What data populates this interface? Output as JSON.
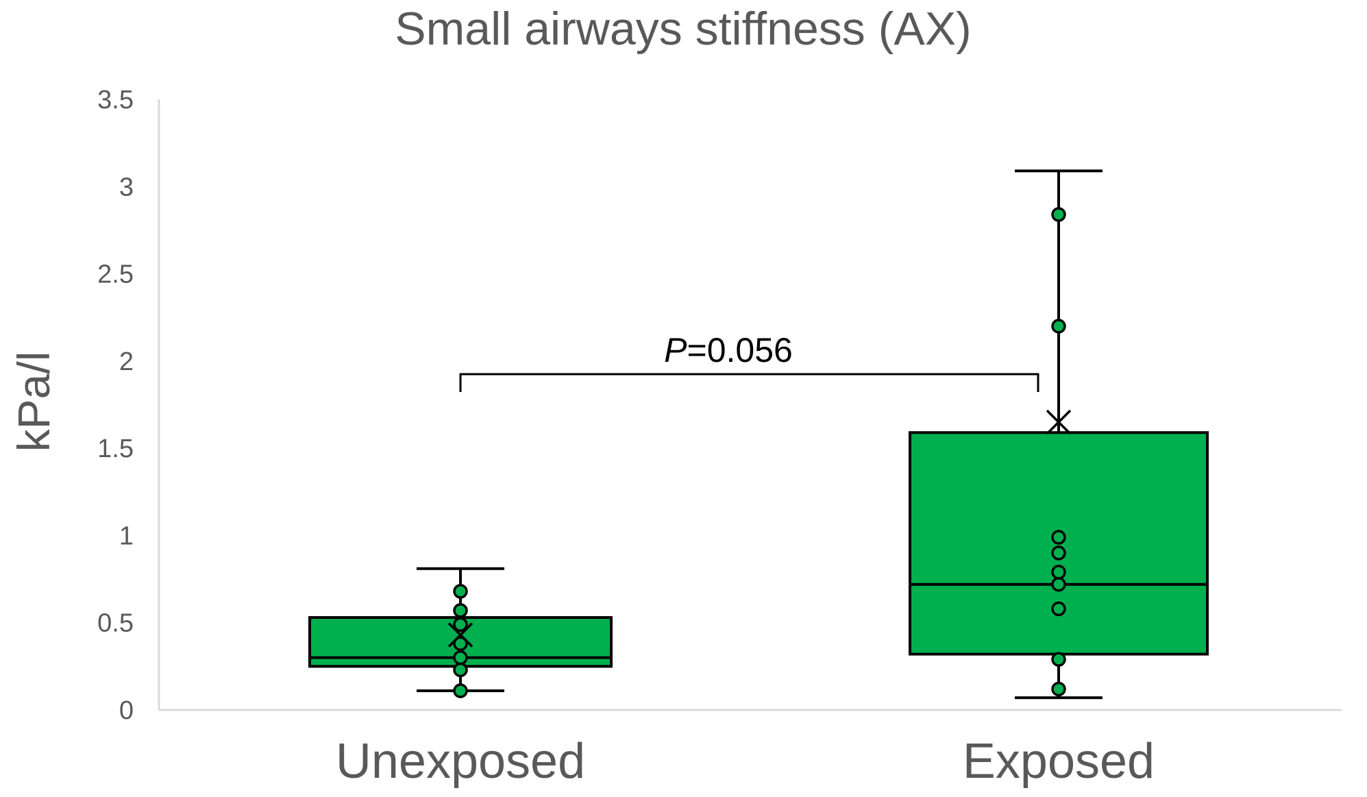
{
  "chart_data": {
    "type": "box",
    "title": "Small airways stiffness  (AX)",
    "xlabel": "",
    "ylabel": "kPa/l",
    "ylim": [
      0,
      3.5
    ],
    "yticks": [
      "0",
      "0.5",
      "1",
      "1.5",
      "2",
      "2.5",
      "3",
      "3.5"
    ],
    "ytick_values": [
      0,
      0.5,
      1,
      1.5,
      2,
      2.5,
      3,
      3.5
    ],
    "grid": false,
    "categories": [
      "Unexposed",
      "Exposed"
    ],
    "boxes": [
      {
        "category": "Unexposed",
        "min": 0.11,
        "q1": 0.25,
        "median": 0.3,
        "q3": 0.53,
        "max": 0.81,
        "mean": 0.43,
        "points": [
          0.11,
          0.23,
          0.3,
          0.38,
          0.49,
          0.57,
          0.68
        ]
      },
      {
        "category": "Exposed",
        "min": 0.07,
        "q1": 0.32,
        "median": 0.72,
        "q3": 1.59,
        "max": 3.09,
        "mean": 1.65,
        "points": [
          0.12,
          0.29,
          0.58,
          0.72,
          0.79,
          0.9,
          0.99,
          2.2,
          2.84
        ]
      }
    ],
    "annotation": {
      "italic_part": "P",
      "rest": "=0.056"
    },
    "colors": {
      "box_fill": "#00B04F",
      "stroke": "#000000",
      "text": "#595959",
      "axis": "#d9d9d9"
    }
  }
}
